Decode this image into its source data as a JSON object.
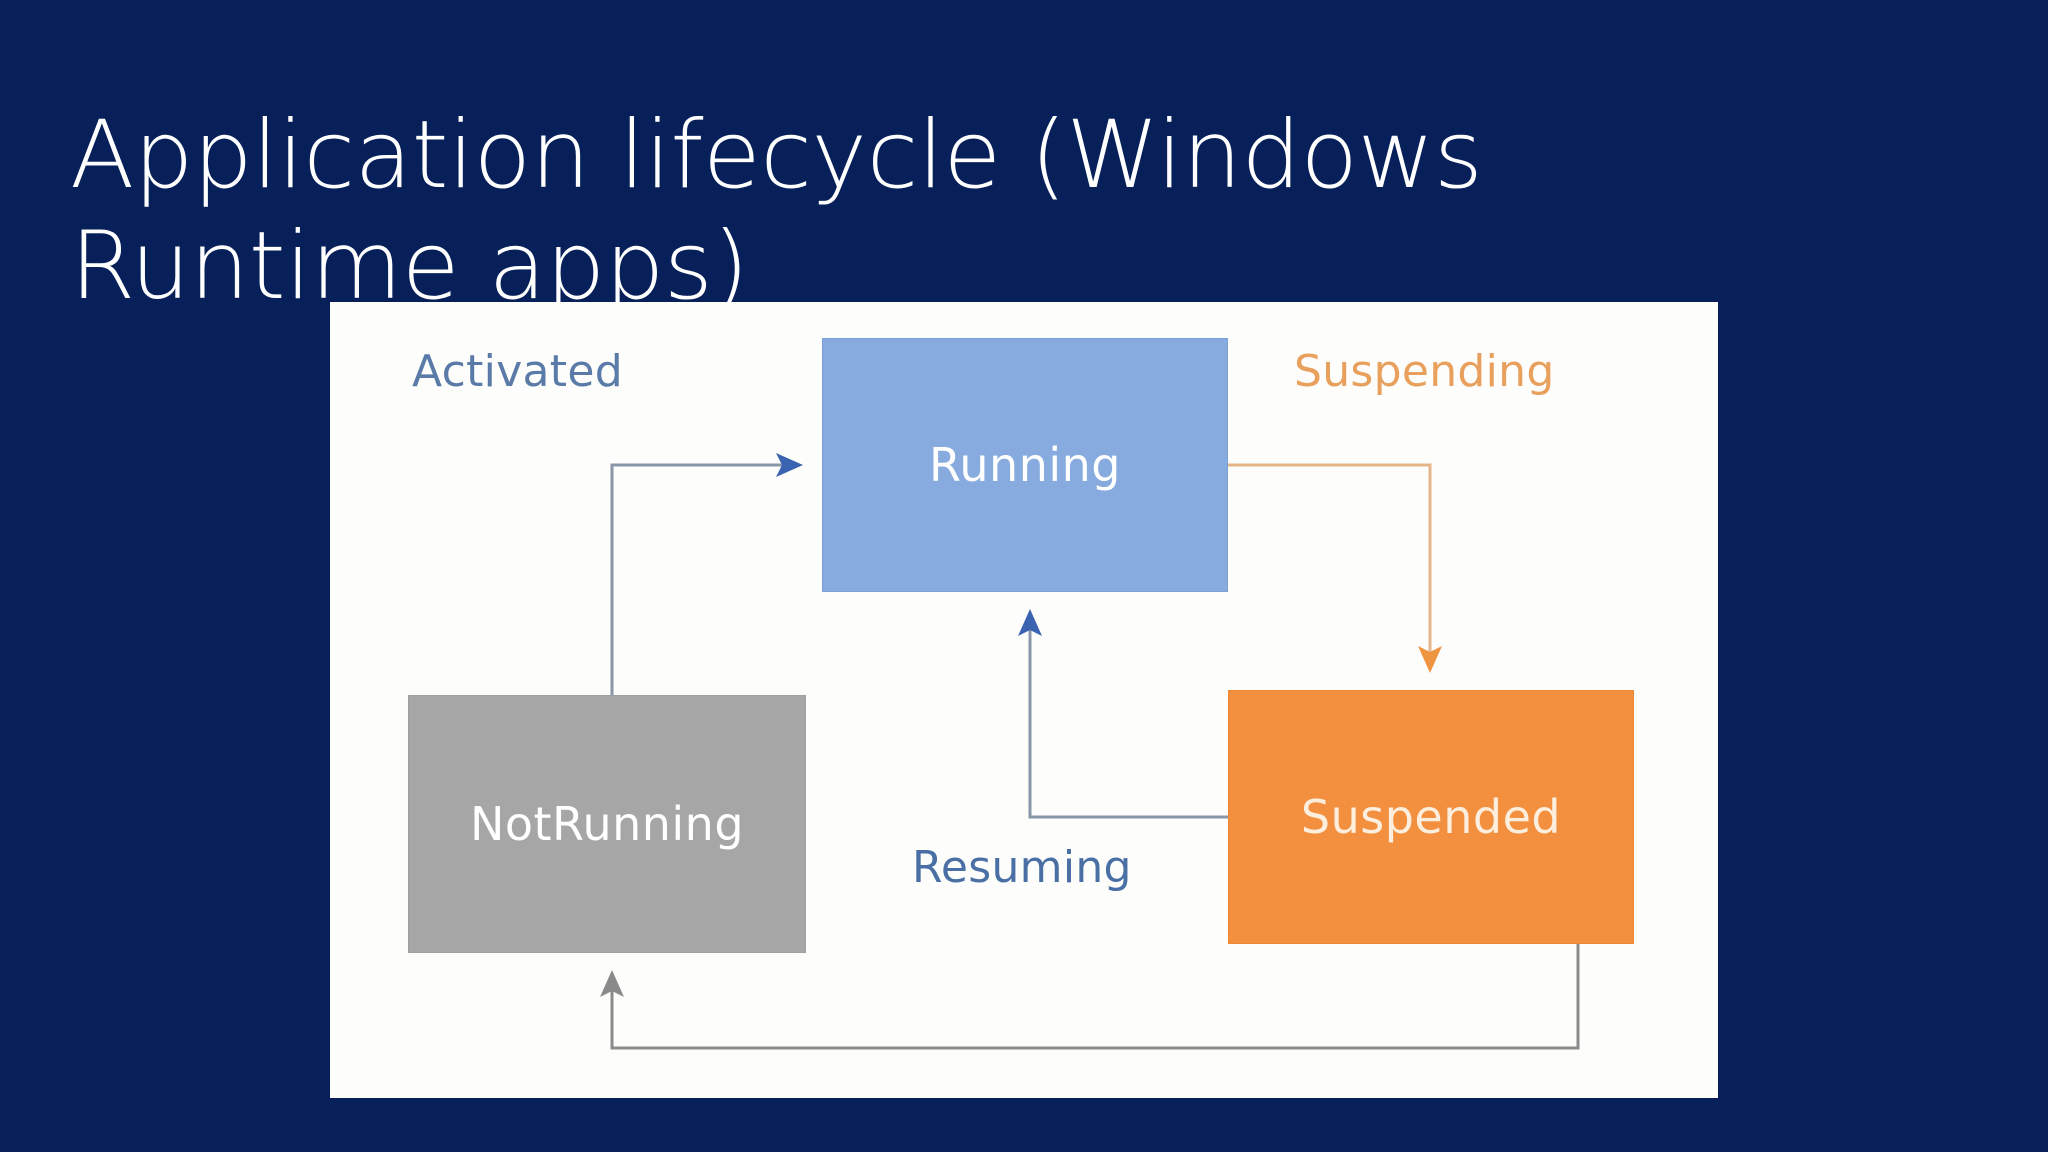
{
  "slide": {
    "background_color": "#07205a",
    "title": "Application lifecycle (Windows Runtime apps)"
  },
  "diagram": {
    "panel_background": "#fdfdfb",
    "type": "state-machine",
    "states": [
      {
        "id": "running",
        "label": "Running",
        "fill": "#87abdf",
        "text_color": "#ffffff"
      },
      {
        "id": "suspended",
        "label": "Suspended",
        "fill": "#f2903f",
        "text_color": "#fdeedd"
      },
      {
        "id": "notrunning",
        "label": "NotRunning",
        "fill": "#a6a6a6",
        "text_color": "#ffffff"
      }
    ],
    "transitions": [
      {
        "id": "activated",
        "label": "Activated",
        "from": "notrunning",
        "to": "running",
        "color": "#5a7aa8",
        "line_color": "#8a96a8",
        "arrow_color": "#3a63b0"
      },
      {
        "id": "suspending",
        "label": "Suspending",
        "from": "running",
        "to": "suspended",
        "color": "#e8a05c",
        "line_color": "#e5b489",
        "arrow_color": "#ef9441"
      },
      {
        "id": "resuming",
        "label": "Resuming",
        "from": "suspended",
        "to": "running",
        "color": "#4a6fa5",
        "line_color": "#8a96a8",
        "arrow_color": "#3a63b0"
      },
      {
        "id": "terminated",
        "label": "",
        "from": "suspended",
        "to": "notrunning",
        "color": "#8a8a8a",
        "line_color": "#8a8a8a",
        "arrow_color": "#8a8a8a"
      }
    ]
  }
}
